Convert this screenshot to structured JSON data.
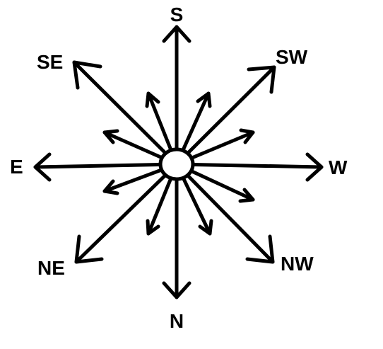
{
  "colors": {
    "ink": "#000000",
    "background": "#ffffff"
  },
  "labels": {
    "top": "S",
    "top_right": "SW",
    "right": "W",
    "bottom_right": "NW",
    "bottom": "N",
    "bottom_left": "NE",
    "left": "E",
    "top_left": "SE"
  }
}
